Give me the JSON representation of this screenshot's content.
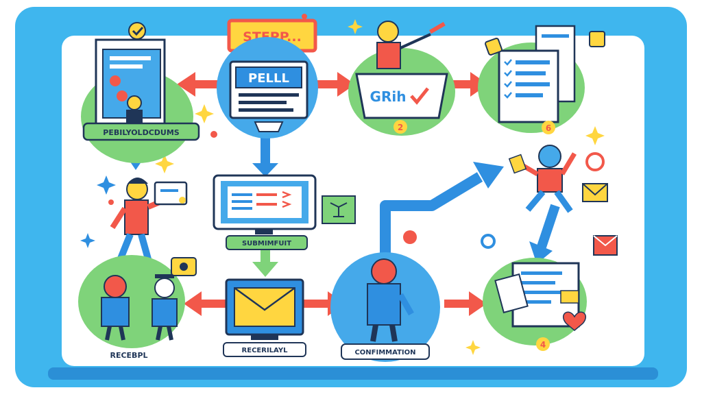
{
  "banner": {
    "text": "STEPP..."
  },
  "steps": [
    {
      "label": "PEBILYOLDCDUMS"
    },
    {
      "label": "PELLL"
    },
    {
      "label": "GRih",
      "number": "2"
    },
    {
      "label": "",
      "number": "6"
    },
    {
      "label": "SUBMIMFUIT"
    },
    {
      "label": "RECEBPL"
    },
    {
      "label": "RECERILAYL"
    },
    {
      "label": "CONFIMMATION"
    },
    {
      "label": "",
      "number": "4"
    }
  ],
  "colors": {
    "frame": "#3fb6ee",
    "frame_dark": "#2b8fd6",
    "green": "#7fd37a",
    "blue_circle": "#45a9ea",
    "arrow_red": "#f2584a",
    "arrow_blue": "#2f8fe0",
    "banner_fill": "#ffd640",
    "banner_border": "#f2584a",
    "text_dark": "#1f3557"
  }
}
